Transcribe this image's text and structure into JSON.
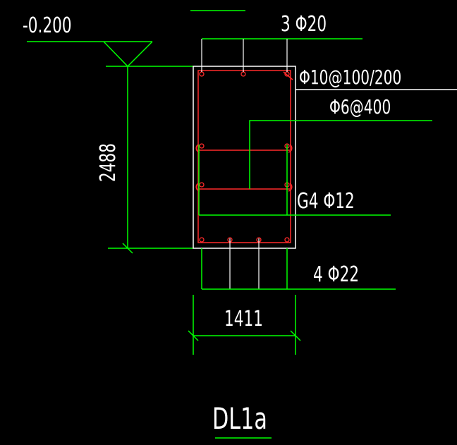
{
  "drawing": {
    "elevation": "-0.200",
    "top_bars": "3 Φ20",
    "stirrups": "Φ10@100/200",
    "tie_bars": "Φ6@400",
    "side_bars": "G4 Φ12",
    "bottom_bars": "4 Φ22",
    "section_height": "2488",
    "section_width": "1411",
    "title": "DL1a"
  },
  "colors": {
    "background": "#000000",
    "outline": "#ffffff",
    "leader": "#00ff00",
    "rebar": "#ff2a2a"
  }
}
